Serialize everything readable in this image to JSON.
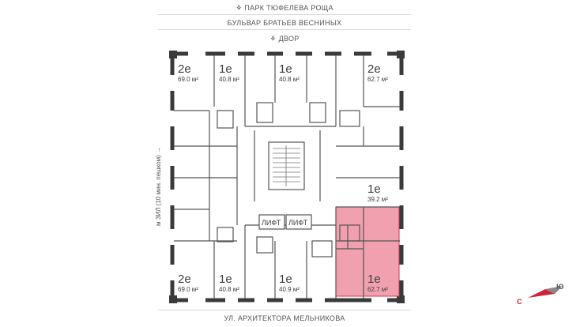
{
  "labels": {
    "park": "ПАРК ТЮФЕЛЕВА РОЩА",
    "boulevard": "БУЛЬВАР БРАТЬЕВ ВЕСНИНЫХ",
    "yard": "ДВОР",
    "street": "УЛ. АРХИТЕКТОРА МЕЛЬНИКОВА",
    "metro": "м ЗИЛ (10 мин. пешком)",
    "lift": "ЛИФТ"
  },
  "compass": {
    "south": "С",
    "north": "Ю"
  },
  "apartments": [
    {
      "id": "apt-top-left",
      "type": "2е",
      "area": "69.0 м²",
      "selected": false
    },
    {
      "id": "apt-top-2",
      "type": "1е",
      "area": "40.8 м²",
      "selected": false
    },
    {
      "id": "apt-top-3",
      "type": "1е",
      "area": "40.8 м²",
      "selected": false
    },
    {
      "id": "apt-top-right",
      "type": "2е",
      "area": "62.7 м²",
      "selected": false
    },
    {
      "id": "apt-right-mid",
      "type": "1е",
      "area": "39.2 м²",
      "selected": false
    },
    {
      "id": "apt-bottom-left",
      "type": "2е",
      "area": "69.0 м²",
      "selected": false
    },
    {
      "id": "apt-bottom-2",
      "type": "1е",
      "area": "40.8 м²",
      "selected": false
    },
    {
      "id": "apt-bottom-3",
      "type": "1е",
      "area": "40.9 м²",
      "selected": false
    },
    {
      "id": "apt-bottom-right",
      "type": "1е",
      "area": "62.7 м²",
      "selected": true
    }
  ],
  "colors": {
    "selected_fill": "#f0a0ae",
    "selected_stroke": "#c9384f",
    "wall": "#3a3a3a",
    "compass_red": "#d2213a"
  }
}
